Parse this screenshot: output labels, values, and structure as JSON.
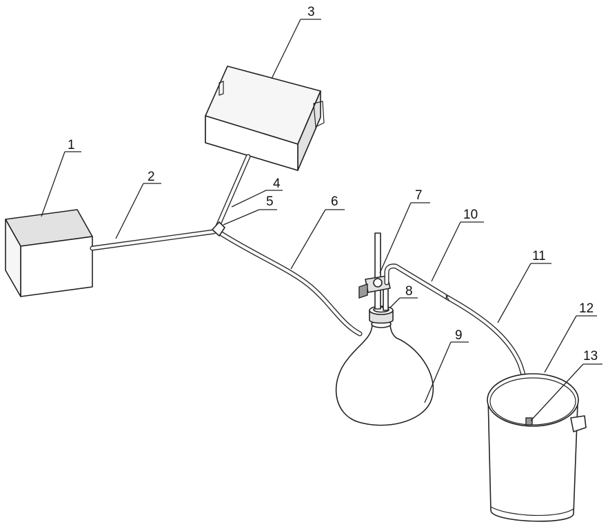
{
  "figure": {
    "labels": [
      {
        "id": "1",
        "text": "1"
      },
      {
        "id": "2",
        "text": "2"
      },
      {
        "id": "3",
        "text": "3"
      },
      {
        "id": "4",
        "text": "4"
      },
      {
        "id": "5",
        "text": "5"
      },
      {
        "id": "6",
        "text": "6"
      },
      {
        "id": "7",
        "text": "7"
      },
      {
        "id": "8",
        "text": "8"
      },
      {
        "id": "9",
        "text": "9"
      },
      {
        "id": "10",
        "text": "10"
      },
      {
        "id": "11",
        "text": "11"
      },
      {
        "id": "12",
        "text": "12"
      },
      {
        "id": "13",
        "text": "13"
      }
    ]
  }
}
